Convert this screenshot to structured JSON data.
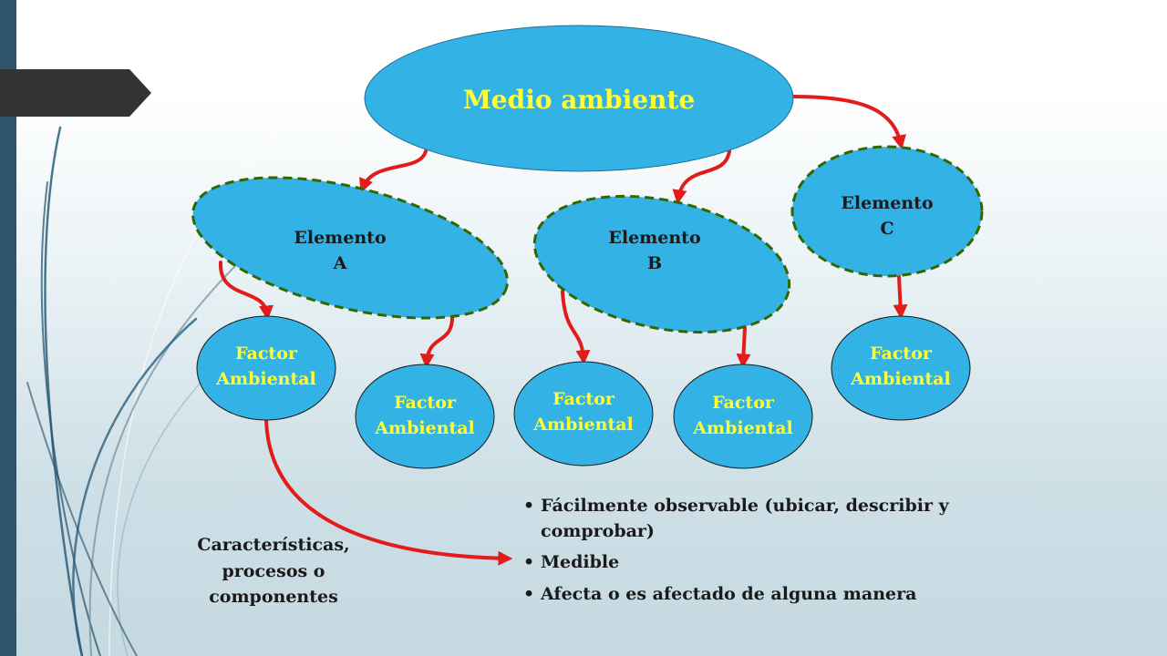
{
  "diagram": {
    "root": {
      "label": "Medio ambiente"
    },
    "elements": [
      {
        "label": "Elemento\nA"
      },
      {
        "label": "Elemento\nB"
      },
      {
        "label": "Elemento\nC"
      }
    ],
    "factors": [
      {
        "label": "Factor\nAmbiental"
      },
      {
        "label": "Factor\nAmbiental"
      },
      {
        "label": "Factor\nAmbiental"
      },
      {
        "label": "Factor\nAmbiental"
      },
      {
        "label": "Factor\nAmbiental"
      }
    ],
    "caption": "Características,\nprocesos o\ncomponentes",
    "bullets": [
      "Fácilmente observable (ubicar, describir y comprobar)",
      "Medible",
      "Afecta o es afectado de alguna manera"
    ],
    "bullet_symbol": "•"
  },
  "colors": {
    "node_fill": "#33b2e5",
    "title_text": "#ffff33",
    "element_border": "#336600",
    "arrow": "#e31b1b"
  }
}
